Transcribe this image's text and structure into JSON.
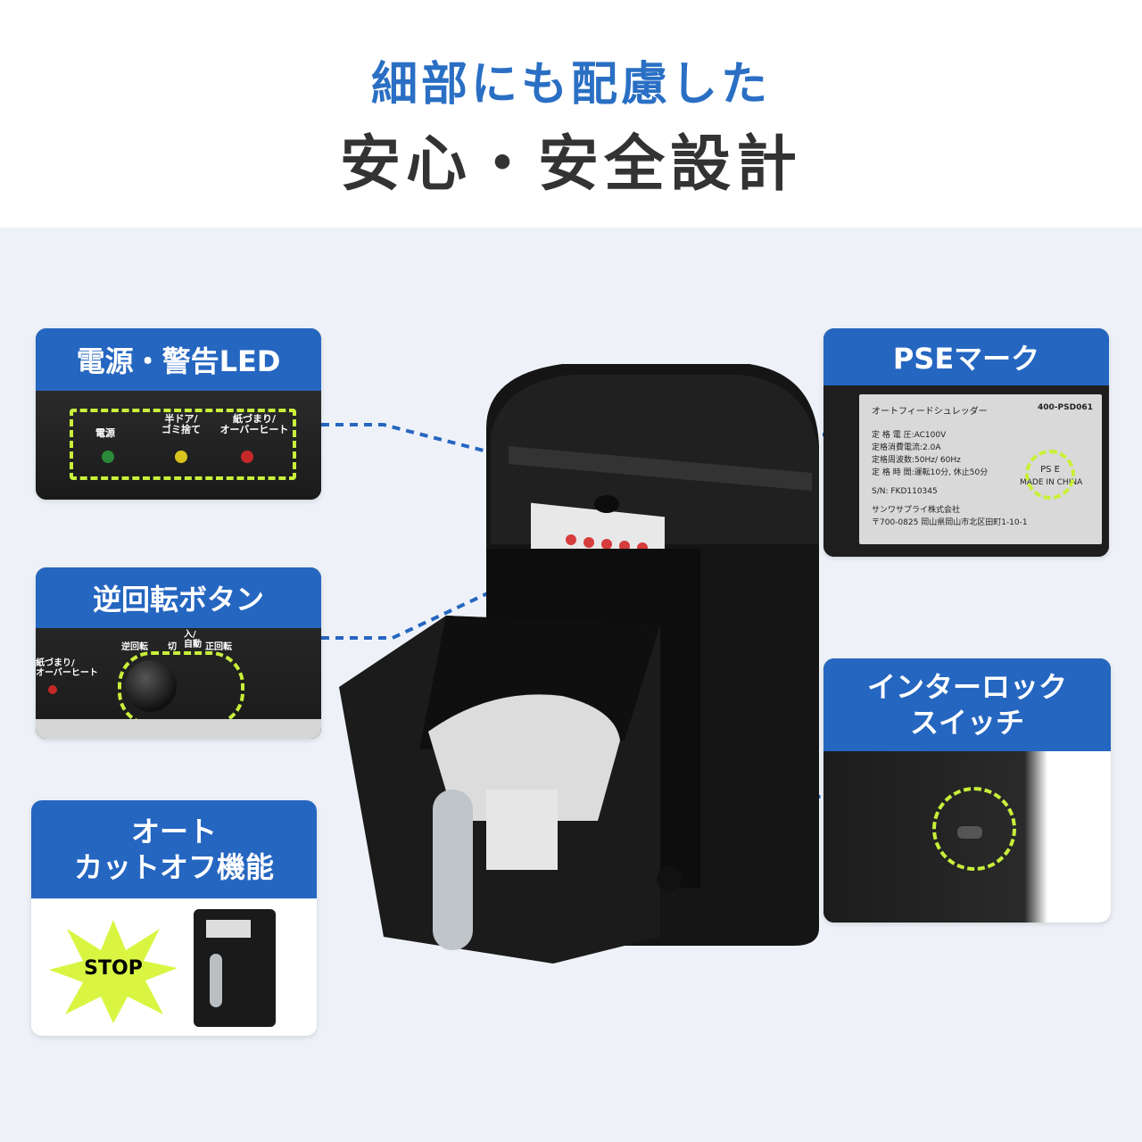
{
  "header": {
    "subtitle": "細部にも配慮した",
    "title": "安心・安全設計"
  },
  "cards": {
    "led": {
      "title": "電源・警告LED",
      "labels": [
        "電源",
        "半ドア/\nゴミ捨て",
        "紙づまり/\nオーバーヒート"
      ],
      "led_colors": [
        "#2a8a3a",
        "#d8c21e",
        "#c62828"
      ]
    },
    "pse": {
      "title": "PSEマーク",
      "plate": {
        "product": "オートフィードシュレッダー",
        "model": "400-PSD061",
        "rows": [
          "定 格 電 圧:AC100V",
          "定格消費電流:2.0A",
          "定格周波数:50Hz/ 60Hz",
          "定 格 時 間:運転10分, 休止50分"
        ],
        "serial": "S/N: FKD110345",
        "made_in": "MADE IN CHINA",
        "company": "サンワサプライ株式会社",
        "address": "〒700-0825 岡山県岡山市北区田町1-10-1",
        "mark": "PS E"
      }
    },
    "reverse": {
      "title": "逆回転ボタン",
      "labels": [
        "逆回転",
        "切",
        "入/\n自動",
        "正回転",
        "紙づまり/\nオーバーヒート"
      ]
    },
    "interlock": {
      "title": "インターロック\nスイッチ"
    },
    "autocut": {
      "title": "オート\nカットオフ機能",
      "stop": "STOP"
    }
  },
  "colors": {
    "accent_blue": "#2566c0",
    "highlight": "#c9f03a",
    "dashed_line": "#2566c0",
    "background": "#eef2f8"
  }
}
